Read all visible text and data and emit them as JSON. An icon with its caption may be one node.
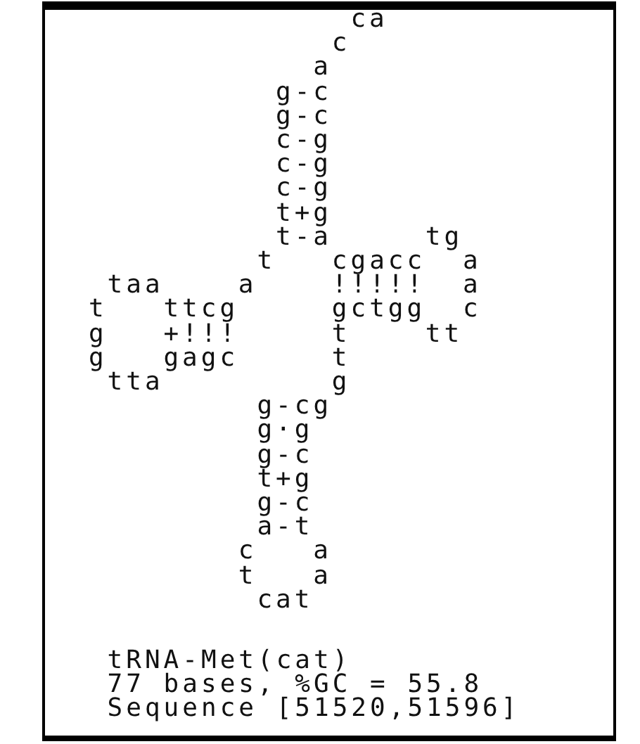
{
  "diagram": {
    "labels": [
      "ca",
      "c",
      "a",
      "g-c",
      "g-c",
      "c-g",
      "c-g",
      "c-g",
      "t+g",
      "t-a",
      "tg",
      "t",
      "cgacc",
      "a",
      "taa",
      "a",
      "!!!!!",
      "a",
      "t",
      "ttcg",
      "gctgg",
      "c",
      "g",
      "+!!!",
      "t",
      "tt",
      "g",
      "gagc",
      "t",
      "tta",
      "g",
      "g-cg",
      "g·g",
      "g-c",
      "t+g",
      "g-c",
      "a-t",
      "c",
      "a",
      "t",
      "a",
      "cat",
      "tRNA-Met(cat)",
      "77 bases, %GC = 55.8",
      "Sequence [51520,51596]"
    ]
  }
}
